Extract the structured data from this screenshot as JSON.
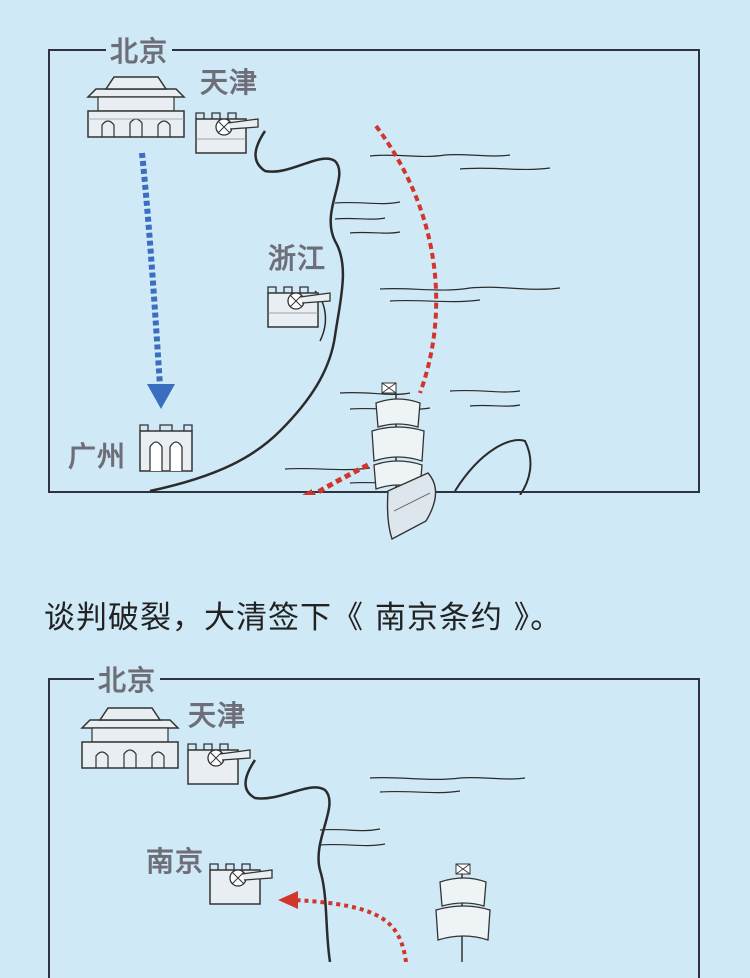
{
  "top_map": {
    "labels": {
      "beijing": "北京",
      "tianjin": "天津",
      "zhejiang": "浙江",
      "guangzhou": "广州"
    },
    "colors": {
      "imperial_route": "#3a6fc0",
      "british_route": "#d0362c"
    },
    "icons": [
      "beijing-gate-icon",
      "tianjin-fort-icon",
      "zhejiang-fort-icon",
      "guangzhou-gate-icon",
      "british-ship-icon"
    ]
  },
  "caption": {
    "text": "谈判破裂，大清签下《 南京条约 》。"
  },
  "bottom_map": {
    "labels": {
      "beijing": "北京",
      "tianjin": "天津",
      "nanjing": "南京"
    },
    "colors": {
      "british_route": "#d0362c"
    },
    "icons": [
      "beijing-gate-icon",
      "tianjin-fort-icon",
      "nanjing-fort-icon",
      "british-ship-icon"
    ]
  }
}
